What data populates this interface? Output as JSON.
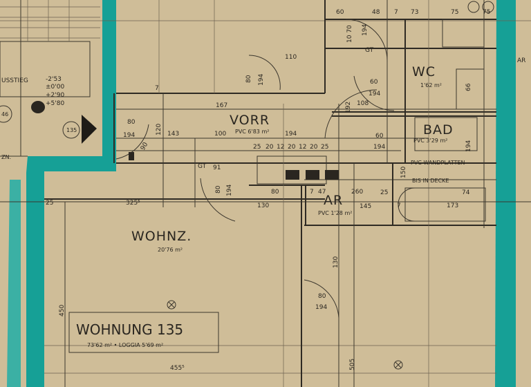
{
  "colors": {
    "paper": "#cfbd98",
    "wall_fill": "#16a096",
    "ink": "#2a2620"
  },
  "rooms": {
    "vorr": {
      "name": "VORR",
      "area": "PVC 6'83 m²"
    },
    "wc": {
      "name": "WC",
      "area": "1'62 m²"
    },
    "bad": {
      "name": "BAD",
      "area": "PVC 3'29 m²"
    },
    "ar": {
      "name": "AR",
      "area": "PVC 1'28 m²"
    },
    "wohnz": {
      "name": "WOHNZ.",
      "area": "20'76 m²"
    }
  },
  "unit": {
    "title": "WOHNUNG 135",
    "areas": "73'62 m² • LOGGIA 5'69 m²"
  },
  "stair": {
    "label": "USSTIEG",
    "levels": [
      "-2'53",
      "±0'00",
      "+2'90",
      "+5'80"
    ],
    "unit_marker": "135",
    "side_marker": "46",
    "zn": "ZN."
  },
  "notes": {
    "tiles": "PVC-WANDPLATTEN",
    "to_ceiling": "BIS IN DECKE",
    "right_edge": "AR"
  },
  "icons": {
    "entrance": "entrance-arrow-icon",
    "light": "ceiling-light-icon"
  },
  "dims": [
    "60",
    "48",
    "7",
    "73",
    "75",
    "75",
    "10 70",
    "194",
    "110",
    "7",
    "167",
    "80",
    "194",
    "143",
    "100",
    "194",
    "80",
    "194",
    "120",
    "90",
    "25",
    "20",
    "12",
    "20",
    "12",
    "20",
    "25",
    "91",
    "80",
    "194",
    "80",
    "7",
    "47",
    "130",
    "325⁵",
    "25",
    "60",
    "194",
    "108",
    "192",
    "60",
    "194",
    "150",
    "25",
    "145",
    "173",
    "7",
    "260",
    "66",
    "194",
    "74",
    "130",
    "80",
    "194",
    "450",
    "455⁵",
    "505",
    "GT",
    "GT"
  ]
}
